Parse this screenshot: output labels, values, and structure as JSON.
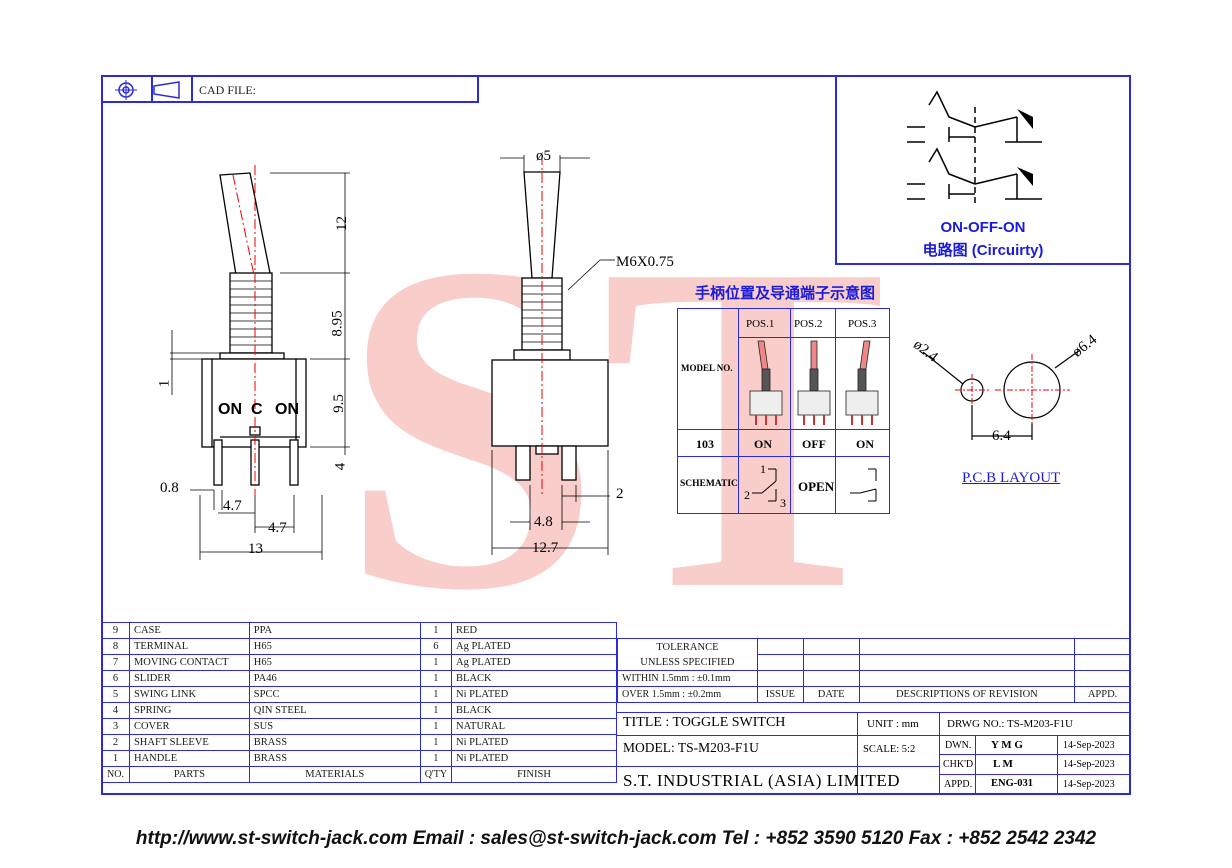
{
  "header": {
    "cad_label": "CAD FILE:"
  },
  "circuit": {
    "type": "ON-OFF-ON",
    "caption": "电路图 (Circuirty)"
  },
  "dims": {
    "left": {
      "d12": "12",
      "d895": "8.95",
      "d95": "9.5",
      "d4": "4",
      "d1": "1",
      "d08": "0.8",
      "d47a": "4.7",
      "d47b": "4.7",
      "d13": "13"
    },
    "front": {
      "phi5": "ø5",
      "thread": "M6X0.75",
      "d2": "2",
      "d48": "4.8",
      "d127": "12.7"
    }
  },
  "terminals": {
    "left": "ON",
    "center": "C",
    "right": "ON"
  },
  "pos_table": {
    "title": "手柄位置及导通端子示意图",
    "headers": [
      "POS.1",
      "POS.2",
      "POS.3"
    ],
    "model_label": "MODEL NO.",
    "model": "103",
    "states": [
      "ON",
      "OFF",
      "ON"
    ],
    "schematic_label": "SCHEMATIC",
    "open_label": "OPEN",
    "pins": [
      "1",
      "2",
      "3"
    ]
  },
  "pcb": {
    "d24": "ø2.4",
    "d64": "ø6.4",
    "pitch": "6.4",
    "label": "P.C.B LAYOUT"
  },
  "watermark": "ST",
  "bom": {
    "rows": [
      {
        "no": "9",
        "part": "CASE",
        "material": "PPA",
        "qty": "1",
        "finish": "RED"
      },
      {
        "no": "8",
        "part": "TERMINAL",
        "material": "H65",
        "qty": "6",
        "finish": "Ag PLATED"
      },
      {
        "no": "7",
        "part": "MOVING CONTACT",
        "material": "H65",
        "qty": "1",
        "finish": "Ag PLATED"
      },
      {
        "no": "6",
        "part": "SLIDER",
        "material": "PA46",
        "qty": "1",
        "finish": "BLACK"
      },
      {
        "no": "5",
        "part": "SWING LINK",
        "material": "SPCC",
        "qty": "1",
        "finish": "Ni PLATED"
      },
      {
        "no": "4",
        "part": "SPRING",
        "material": "QIN STEEL",
        "qty": "1",
        "finish": "BLACK"
      },
      {
        "no": "3",
        "part": "COVER",
        "material": "SUS",
        "qty": "1",
        "finish": "NATURAL"
      },
      {
        "no": "2",
        "part": "SHAFT SLEEVE",
        "material": "BRASS",
        "qty": "1",
        "finish": "Ni PLATED"
      },
      {
        "no": "1",
        "part": "HANDLE",
        "material": "BRASS",
        "qty": "1",
        "finish": "Ni PLATED"
      }
    ],
    "head": {
      "no": "NO.",
      "part": "PARTS",
      "material": "MATERIALS",
      "qty": "Q'TY",
      "finish": "FINISH"
    }
  },
  "title_block": {
    "tol1": "TOLERANCE",
    "tol2": "UNLESS   SPECIFIED",
    "within": "WITHIN  1.5mm : ±0.1mm",
    "over": "OVER    1.5mm : ±0.2mm",
    "issue": "ISSUE",
    "date": "DATE",
    "desc": "DESCRIPTIONS  OF  REVISION",
    "appd": "APPD.",
    "title": "TITLE : TOGGLE SWITCH",
    "unit": "UNIT :  mm",
    "drwg": "DRWG NO.: TS-M203-F1U",
    "model": "MODEL: TS-M203-F1U",
    "scale": "SCALE:  5:2",
    "dwn": "DWN.",
    "dwn_v": "Y M G",
    "dwn_d": "14-Sep-2023",
    "chk": "CHK'D",
    "chk_v": "L M",
    "chk_d": "14-Sep-2023",
    "apd": "APPD.",
    "apd_v": "ENG-031",
    "apd_d": "14-Sep-2023",
    "company": "S.T.  INDUSTRIAL  (ASIA)  LIMITED"
  },
  "footer": "http://www.st-switch-jack.com  Email : sales@st-switch-jack.com  Tel : +852 3590 5120  Fax : +852 2542 2342"
}
